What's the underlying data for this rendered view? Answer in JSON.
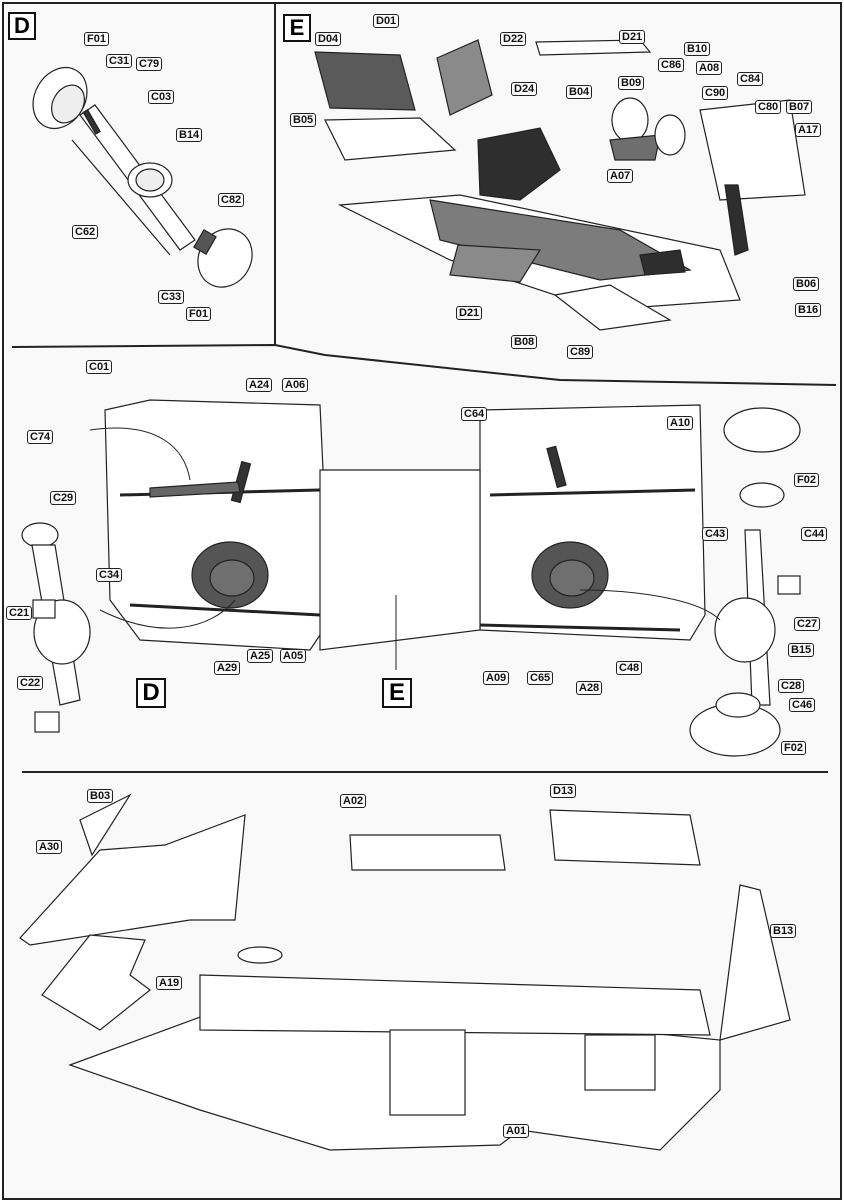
{
  "steps": {
    "D": {
      "marker": "D",
      "labels": [
        "F01",
        "C31",
        "C79",
        "C03",
        "B14",
        "C82",
        "C62",
        "C33",
        "F01"
      ]
    },
    "E": {
      "marker": "E",
      "labels": [
        "D01",
        "D04",
        "D22",
        "D21",
        "D24",
        "B04",
        "B05",
        "B09",
        "C86",
        "B10",
        "A08",
        "C84",
        "C90",
        "C80",
        "B07",
        "A17",
        "A07",
        "B06",
        "B16",
        "D21",
        "B08",
        "C89"
      ]
    },
    "chassis": {
      "refs": [
        "D",
        "E"
      ],
      "labels": [
        "C01",
        "C74",
        "A24",
        "A06",
        "C29",
        "C34",
        "C21",
        "C22",
        "A29",
        "A25",
        "A05",
        "C64",
        "A10",
        "F02",
        "C43",
        "C44",
        "C27",
        "B15",
        "C48",
        "C28",
        "C46",
        "F02",
        "A09",
        "C65",
        "A28"
      ]
    },
    "hull": {
      "labels": [
        "B03",
        "A02",
        "D13",
        "A30",
        "B13",
        "A19",
        "A01"
      ]
    }
  },
  "colors": {
    "line": "#222222",
    "paper": "#f9f9f9",
    "dark_part": "#3a3a3a",
    "mid_part": "#7a7a7a"
  }
}
